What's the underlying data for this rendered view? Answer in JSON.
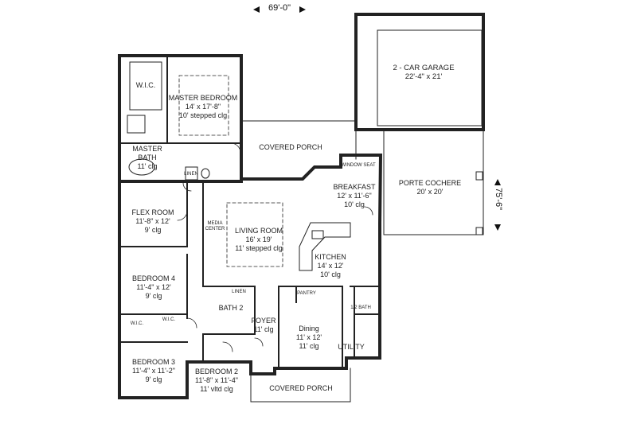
{
  "dimensions": {
    "width_label": "69'-0\"",
    "depth_label": "75'-6\""
  },
  "rooms": [
    {
      "id": "wic-master",
      "lines": [
        "W.I.C."
      ]
    },
    {
      "id": "master-bedroom",
      "lines": [
        "MASTER BEDROOM",
        "14' x 17'-8\"",
        "10' stepped clg"
      ]
    },
    {
      "id": "master-bath",
      "lines": [
        "MASTER",
        "BATH",
        "11' clg"
      ]
    },
    {
      "id": "linen-master",
      "lines": [
        "LINEN"
      ]
    },
    {
      "id": "garage",
      "lines": [
        "2 - CAR GARAGE",
        "22'-4\" x 21'"
      ]
    },
    {
      "id": "covered-porch-rear",
      "lines": [
        "COVERED PORCH"
      ]
    },
    {
      "id": "window-seat",
      "lines": [
        "WINDOW SEAT"
      ]
    },
    {
      "id": "breakfast",
      "lines": [
        "BREAKFAST",
        "12' x 11'-6\"",
        "10' clg"
      ]
    },
    {
      "id": "porte-cochere",
      "lines": [
        "PORTE COCHERE",
        "20' x 20'"
      ]
    },
    {
      "id": "flex-room",
      "lines": [
        "FLEX ROOM",
        "11'-8\" x 12'",
        "9' clg"
      ]
    },
    {
      "id": "media-center",
      "lines": [
        "MEDIA",
        "CENTER"
      ]
    },
    {
      "id": "living-room",
      "lines": [
        "LIVING ROOM",
        "16' x 19'",
        "11' stepped clg"
      ]
    },
    {
      "id": "kitchen",
      "lines": [
        "KITCHEN",
        "14' x 12'",
        "10' clg"
      ]
    },
    {
      "id": "bedroom-4",
      "lines": [
        "BEDROOM 4",
        "11'-4\" x 12'",
        "9' clg"
      ]
    },
    {
      "id": "linen-hall",
      "lines": [
        "LINEN"
      ]
    },
    {
      "id": "pantry",
      "lines": [
        "PANTRY"
      ]
    },
    {
      "id": "bath-2",
      "lines": [
        "BATH 2"
      ]
    },
    {
      "id": "half-bath",
      "lines": [
        "1/2 BATH"
      ]
    },
    {
      "id": "wic-1",
      "lines": [
        "W.I.C."
      ]
    },
    {
      "id": "wic-2",
      "lines": [
        "W.I.C."
      ]
    },
    {
      "id": "foyer",
      "lines": [
        "FOYER",
        "11' clg"
      ]
    },
    {
      "id": "dining",
      "lines": [
        "Dining",
        "11' x 12'",
        "11' clg"
      ]
    },
    {
      "id": "utility",
      "lines": [
        "UTILITY"
      ]
    },
    {
      "id": "bedroom-3",
      "lines": [
        "BEDROOM 3",
        "11'-4\" x 11'-2\"",
        "9' clg"
      ]
    },
    {
      "id": "bedroom-2",
      "lines": [
        "BEDROOM 2",
        "11'-8\" x 11'-4\"",
        "11' vltd clg"
      ]
    },
    {
      "id": "covered-porch-front",
      "lines": [
        "COVERED PORCH"
      ]
    }
  ]
}
